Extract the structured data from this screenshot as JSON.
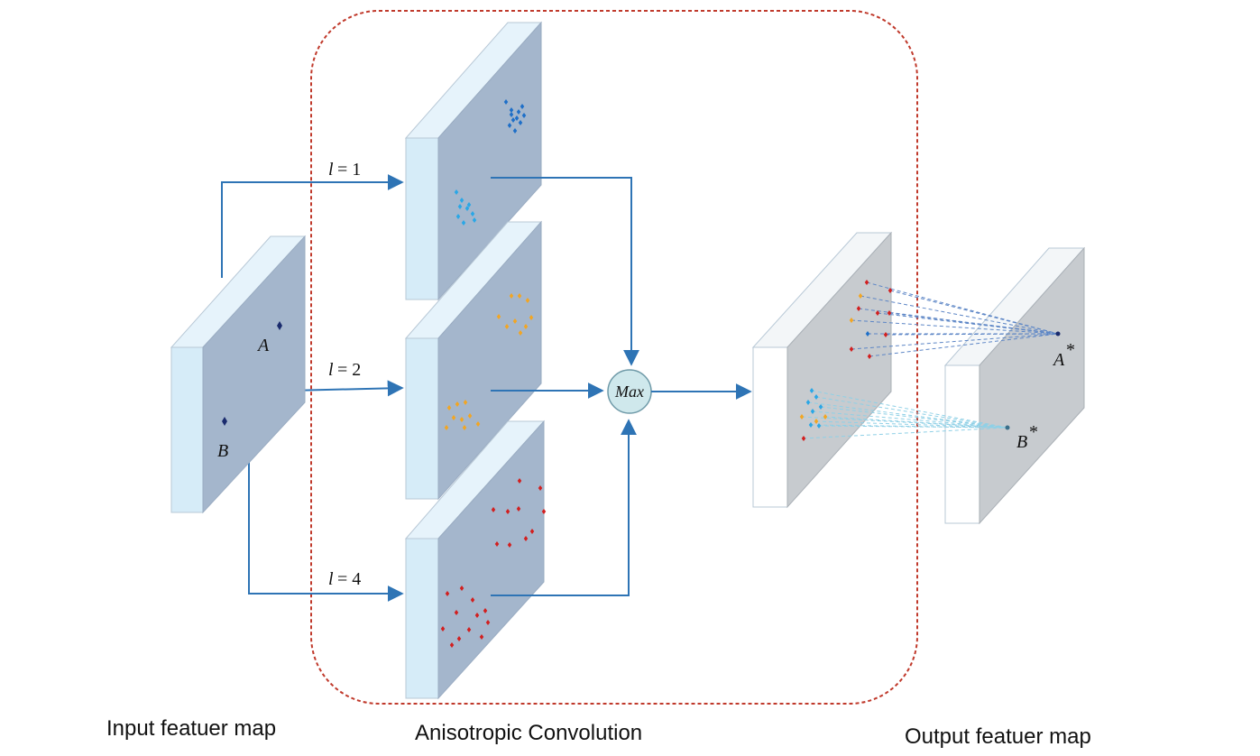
{
  "captions": {
    "input": "Input featuer map",
    "middle": "Anisotropic Convolution",
    "output": "Output featuer map"
  },
  "branches": {
    "l1": {
      "var": "l",
      "eq": "= 1"
    },
    "l2": {
      "var": "l",
      "eq": "= 2"
    },
    "l4": {
      "var": "l",
      "eq": "= 4"
    }
  },
  "points": {
    "a": "A",
    "b": "B",
    "a_star": "A",
    "b_star": "B",
    "star": "*"
  },
  "max_node": "Max",
  "colors": {
    "arrow": "#2e74b5",
    "dashed_box": "#c0392b",
    "plate_front": "#a4b6cc",
    "plate_face_light": "#d6ecf8",
    "plate_face_white": "#ffffff",
    "output_front": "#c7cbcf",
    "max_fill": "#cfe8ec",
    "dots_blue": "#1e6fc8",
    "dots_lightblue": "#2aa7e6",
    "dots_orange": "#f2a623",
    "dots_red": "#d21f1f",
    "point_dark": "#1a2b6d"
  }
}
